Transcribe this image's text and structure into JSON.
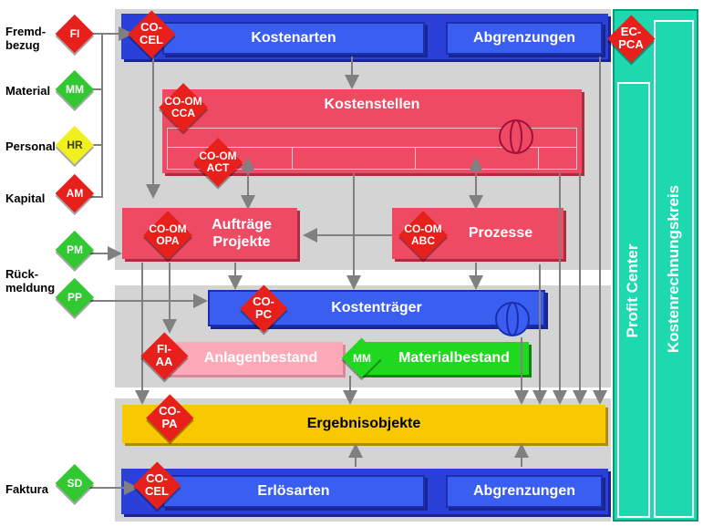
{
  "sources": [
    {
      "id": "fremdbezug",
      "label": "Fremd-\nbezug",
      "module": "FI",
      "color": "#e8201c",
      "text": "#ffffff"
    },
    {
      "id": "material",
      "label": "Material",
      "module": "MM",
      "color": "#32c832",
      "text": "#ffffff"
    },
    {
      "id": "personal",
      "label": "Personal",
      "module": "HR",
      "color": "#f0f020",
      "text": "#404000"
    },
    {
      "id": "kapital",
      "label": "Kapital",
      "module": "AM",
      "color": "#e8201c",
      "text": "#ffffff"
    },
    {
      "id": "rueckmeldung",
      "label": "Rück-\nmeldung",
      "module": "PM",
      "color": "#32c832",
      "text": "#ffffff"
    },
    {
      "id": "pp",
      "label": "",
      "module": "PP",
      "color": "#32c832",
      "text": "#ffffff"
    },
    {
      "id": "faktura",
      "label": "Faktura",
      "module": "SD",
      "color": "#32c832",
      "text": "#ffffff"
    }
  ],
  "boxes": {
    "kostenarten": "Kostenarten",
    "abgrenzungen_top": "Abgrenzungen",
    "kostenstellen": "Kostenstellen",
    "auftraege": "Aufträge\nProjekte",
    "prozesse": "Prozesse",
    "kostentraeger": "Kostenträger",
    "anlagenbestand": "Anlagenbestand",
    "materialbestand": "Materialbestand",
    "ergebnisobjekte": "Ergebnisobjekte",
    "erloesarten": "Erlösarten",
    "abgrenzungen_bottom": "Abgrenzungen",
    "profit_center": "Profit Center",
    "kostenrechnungskreis": "Kostenrechnungskreis"
  },
  "modules": {
    "co_cel_top": "CO-\nCEL",
    "ec_pca": "EC-\nPCA",
    "co_om_cca": "CO-OM\nCCA",
    "co_om_act": "CO-OM\nACT",
    "co_om_opa": "CO-OM\nOPA",
    "co_om_abc": "CO-OM\nABC",
    "co_pc": "CO-\nPC",
    "fi_aa": "FI-\nAA",
    "mm": "MM",
    "co_pa": "CO-\nPA",
    "co_cel_bottom": "CO-\nCEL"
  },
  "colors": {
    "panel": "#d4d4d4",
    "blue": "#3a5ff0",
    "red_box": "#ee4a64",
    "diamond_red": "#e8201c",
    "teal": "#1ed9b0",
    "yellow": "#f8c800",
    "green": "#20d820",
    "pink": "#fcaaba"
  }
}
